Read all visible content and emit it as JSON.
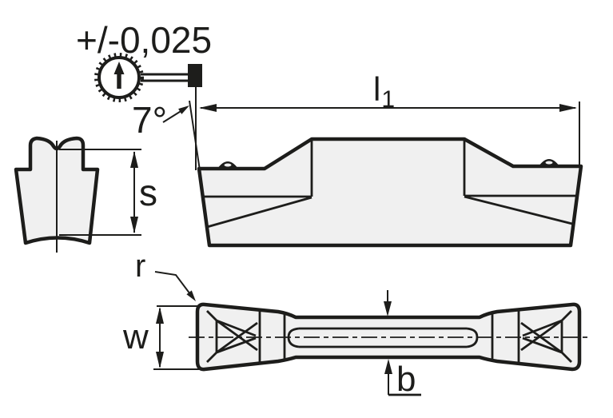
{
  "diagram": {
    "tolerance_label": "+/-0,025",
    "angle_label": "7°",
    "dim_length": {
      "base": "l",
      "sub": "1"
    },
    "dim_thickness_label": "s",
    "dim_width_label": "w",
    "dim_seat_width_label": "b",
    "corner_radius_label": "r",
    "icons": {
      "dial_indicator": "dial-indicator-icon"
    }
  },
  "colors": {
    "line": "#1d1d1b",
    "fill": "#f0f0f0",
    "background": "#ffffff"
  }
}
